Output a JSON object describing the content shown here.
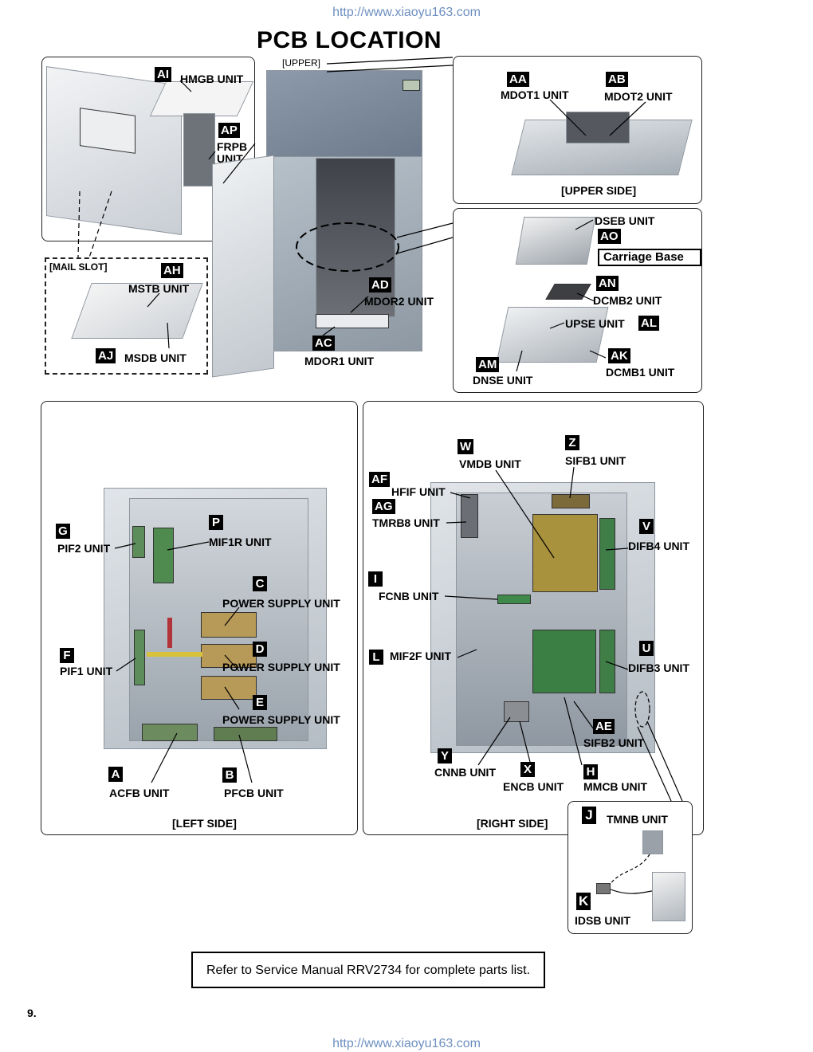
{
  "header_url": "http://www.xiaoyu163.com",
  "footer_url": "http://www.xiaoyu163.com",
  "title": "PCB LOCATION",
  "upper_tag": "[UPPER]",
  "mail_slot": "[MAIL SLOT]",
  "upper_side": "[UPPER SIDE]",
  "left_side": "[LEFT SIDE]",
  "right_side": "[RIGHT SIDE]",
  "carriage_base": "Carriage Base",
  "note": "Refer to Service Manual  RRV2734 for complete parts list.",
  "page_number": "9.",
  "units": {
    "AI": {
      "code": "AI",
      "name": "HMGB UNIT"
    },
    "AP": {
      "code": "AP",
      "name1": "FRPB",
      "name2": "UNIT"
    },
    "AH": {
      "code": "AH",
      "name": "MSTB UNIT"
    },
    "AJ": {
      "code": "AJ",
      "name": "MSDB UNIT"
    },
    "AD": {
      "code": "AD",
      "name": "MDOR2 UNIT"
    },
    "AC": {
      "code": "AC",
      "name": "MDOR1 UNIT"
    },
    "AA": {
      "code": "AA",
      "name": "MDOT1 UNIT"
    },
    "AB": {
      "code": "AB",
      "name": "MDOT2 UNIT"
    },
    "AO": {
      "code": "AO",
      "name": "DSEB UNIT"
    },
    "AN": {
      "code": "AN",
      "name": "DCMB2 UNIT"
    },
    "AL": {
      "code": "AL",
      "name": "UPSE UNIT"
    },
    "AK": {
      "code": "AK",
      "name": "DCMB1 UNIT"
    },
    "AM": {
      "code": "AM",
      "name": "DNSE UNIT"
    },
    "G": {
      "code": "G",
      "name": "PIF2 UNIT"
    },
    "P": {
      "code": "P",
      "name": "MIF1R UNIT"
    },
    "C": {
      "code": "C",
      "name": "POWER SUPPLY UNIT"
    },
    "D": {
      "code": "D",
      "name": "POWER SUPPLY UNIT"
    },
    "E": {
      "code": "E",
      "name": "POWER SUPPLY UNIT"
    },
    "F": {
      "code": "F",
      "name": "PIF1 UNIT"
    },
    "A": {
      "code": "A",
      "name": "ACFB UNIT"
    },
    "B": {
      "code": "B",
      "name": "PFCB UNIT"
    },
    "W": {
      "code": "W",
      "name": "VMDB UNIT"
    },
    "Z": {
      "code": "Z",
      "name": "SIFB1 UNIT"
    },
    "AF": {
      "code": "AF",
      "name": "HFIF UNIT"
    },
    "AG": {
      "code": "AG",
      "name": "TMRB8 UNIT"
    },
    "V": {
      "code": "V",
      "name": "DIFB4 UNIT"
    },
    "I": {
      "code": "I",
      "name": "FCNB UNIT"
    },
    "L": {
      "code": "L",
      "name": "MIF2F UNIT"
    },
    "U": {
      "code": "U",
      "name": "DIFB3 UNIT"
    },
    "AE": {
      "code": "AE",
      "name": "SIFB2 UNIT"
    },
    "Y": {
      "code": "Y",
      "name": "CNNB UNIT"
    },
    "X": {
      "code": "X",
      "name": "ENCB UNIT"
    },
    "H": {
      "code": "H",
      "name": "MMCB UNIT"
    },
    "J": {
      "code": "J",
      "name": "TMNB UNIT"
    },
    "K": {
      "code": "K",
      "name": "IDSB UNIT"
    }
  }
}
